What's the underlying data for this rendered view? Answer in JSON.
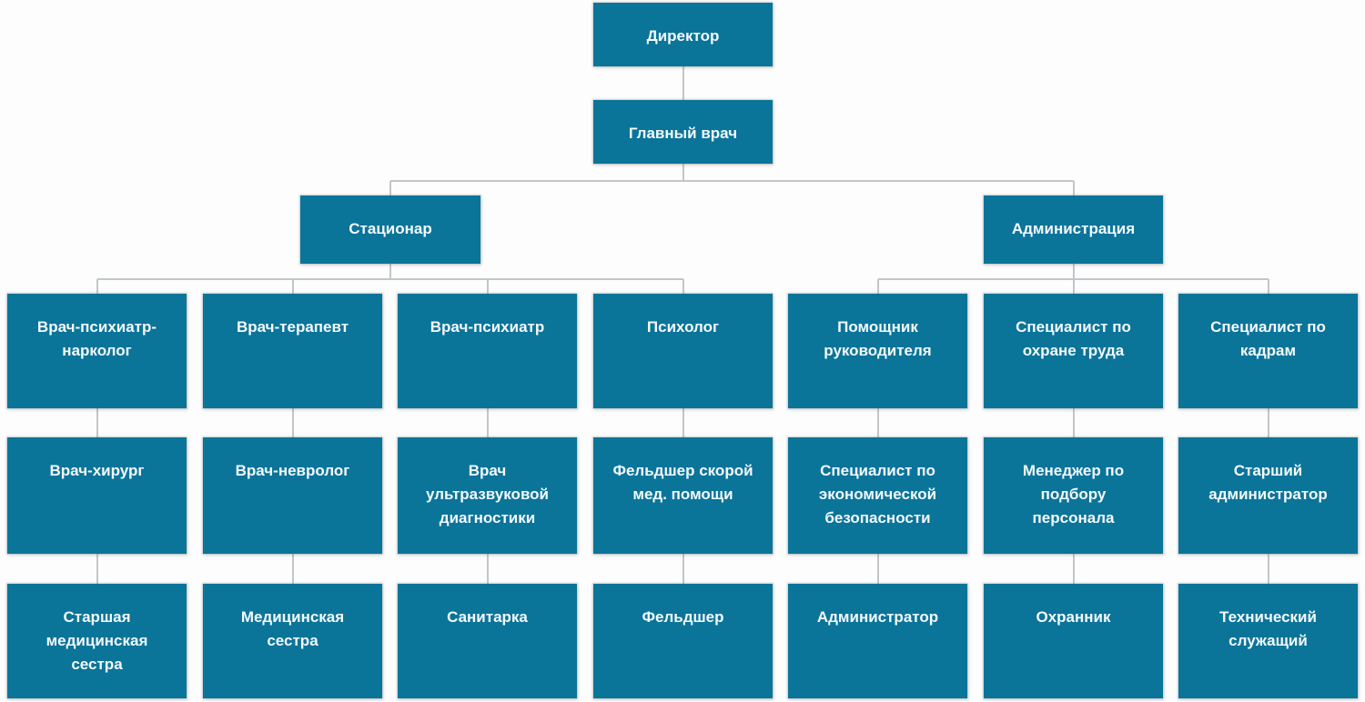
{
  "diagram": {
    "type": "org-chart",
    "language": "ru",
    "colors": {
      "box_fill": "#0b7499",
      "box_text": "#f3fafd",
      "connector": "#c2c6c8",
      "background": "#fdfdfd"
    }
  },
  "nodes": {
    "director": {
      "label": "Директор",
      "parent": null
    },
    "chief_physician": {
      "label": "Главный врач",
      "parent": "director"
    },
    "inpatient": {
      "label": "Стационар",
      "parent": "chief_physician"
    },
    "administration": {
      "label": "Администрация",
      "parent": "chief_physician"
    },
    "psychiatrist_narcologist": {
      "label": "Врач-психиатр-\nнарколог",
      "parent": "inpatient"
    },
    "therapist": {
      "label": "Врач-терапевт",
      "parent": "inpatient"
    },
    "psychiatrist": {
      "label": "Врач-психиатр",
      "parent": "inpatient"
    },
    "psychologist": {
      "label": "Психолог",
      "parent": "inpatient"
    },
    "assistant_manager": {
      "label": "Помощник\nруководителя",
      "parent": "administration"
    },
    "labor_safety_specialist": {
      "label": "Специалист по\nохране труда",
      "parent": "administration"
    },
    "hr_specialist": {
      "label": "Специалист по\nкадрам",
      "parent": "administration"
    },
    "surgeon": {
      "label": "Врач-хирург",
      "parent": "psychiatrist_narcologist"
    },
    "neurologist": {
      "label": "Врач-невролог",
      "parent": "therapist"
    },
    "ultrasound_doctor": {
      "label": "Врач\nультразвуковой\nдиагностики",
      "parent": "psychiatrist"
    },
    "ambulance_paramedic": {
      "label": "Фельдшер скорой\nмед. помощи",
      "parent": "psychologist"
    },
    "economic_security_specialist": {
      "label": "Специалист по\nэкономической\nбезопасности",
      "parent": "assistant_manager"
    },
    "recruitment_manager": {
      "label": "Менеджер по\nподбору\nперсонала",
      "parent": "labor_safety_specialist"
    },
    "senior_administrator": {
      "label": "Старший\nадминистратор",
      "parent": "hr_specialist"
    },
    "head_nurse": {
      "label": "Старшая\nмедицинская\nсестра",
      "parent": "surgeon"
    },
    "nurse": {
      "label": "Медицинская\nсестра",
      "parent": "neurologist"
    },
    "orderly": {
      "label": "Санитарка",
      "parent": "ultrasound_doctor"
    },
    "paramedic": {
      "label": "Фельдшер",
      "parent": "ambulance_paramedic"
    },
    "administrator": {
      "label": "Администратор",
      "parent": "economic_security_specialist"
    },
    "guard": {
      "label": "Охранник",
      "parent": "recruitment_manager"
    },
    "technical_worker": {
      "label": "Технический\nслужащий",
      "parent": "senior_administrator"
    }
  }
}
